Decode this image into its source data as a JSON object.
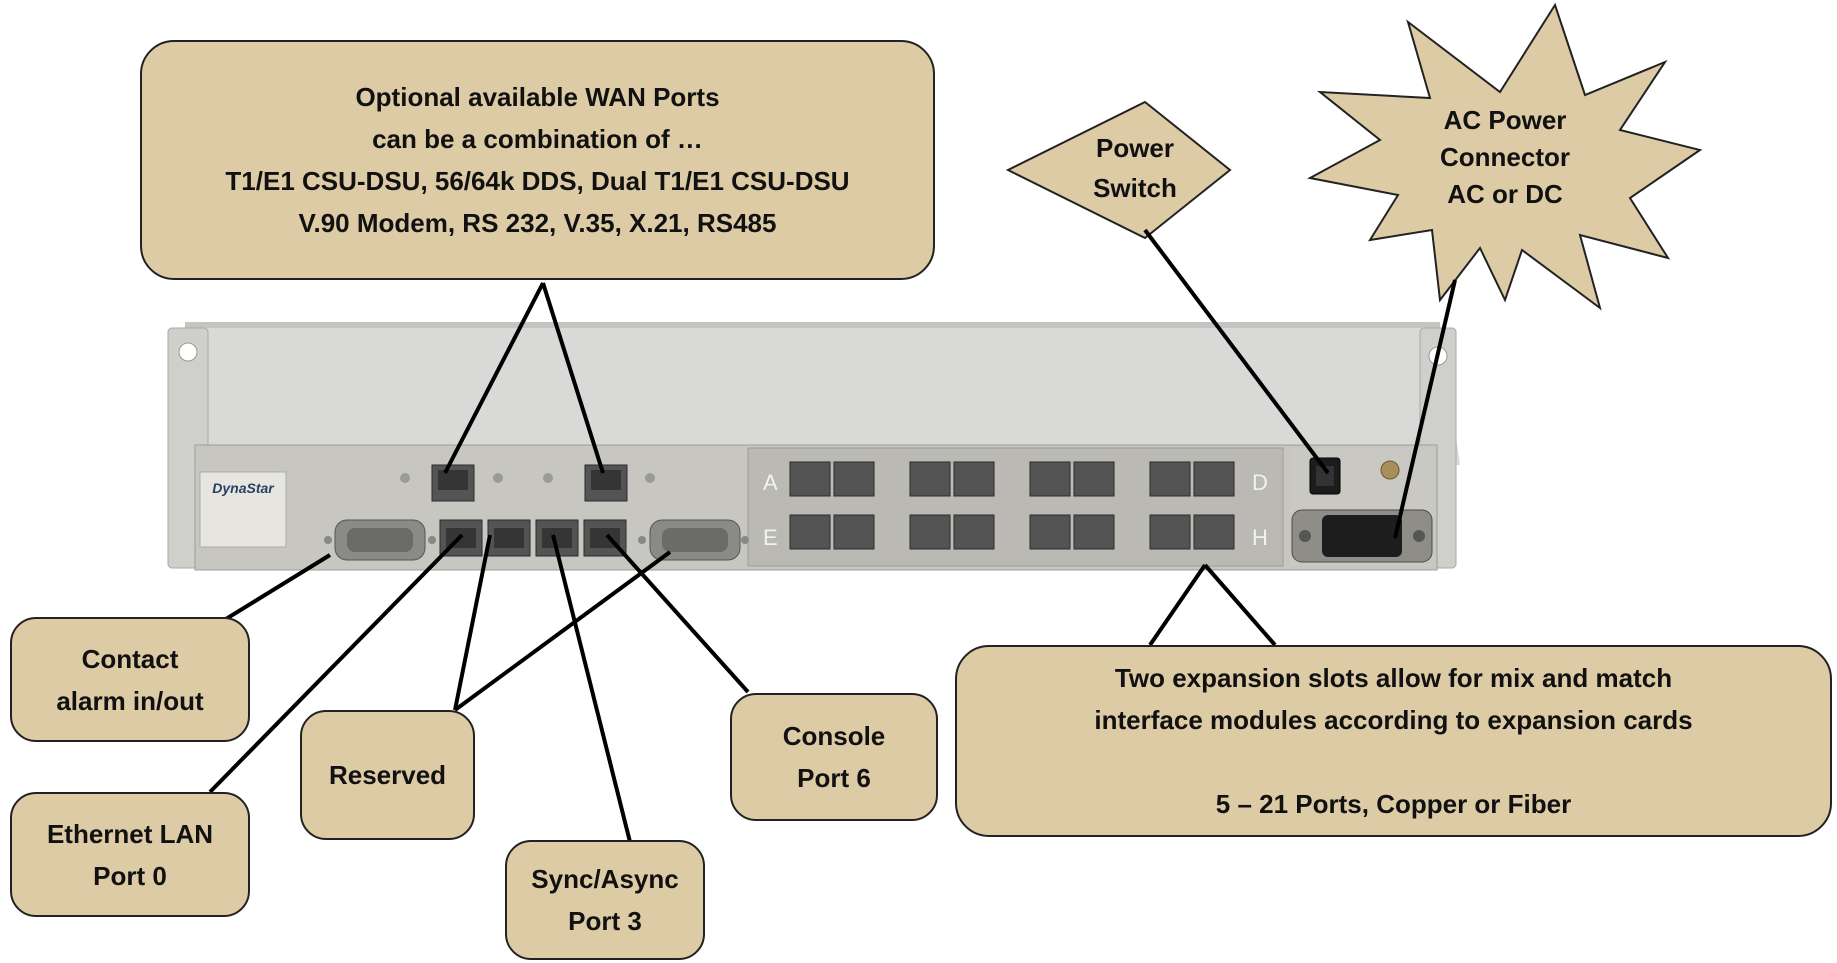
{
  "wan_callout": {
    "lines": [
      "Optional available WAN Ports",
      "can be a combination of …",
      "T1/E1 CSU-DSU, 56/64k DDS, Dual T1/E1 CSU-DSU",
      "V.90 Modem, RS 232, V.35, X.21, RS485"
    ]
  },
  "power_switch": {
    "lines": [
      "Power",
      "Switch"
    ]
  },
  "ac_power": {
    "lines": [
      "AC Power",
      "Connector",
      "AC or DC"
    ]
  },
  "contact_alarm": {
    "lines": [
      "Contact",
      "alarm in/out"
    ]
  },
  "reserved": {
    "lines": [
      "Reserved"
    ]
  },
  "ethernet_lan": {
    "lines": [
      "Ethernet LAN",
      "Port 0"
    ]
  },
  "sync_async": {
    "lines": [
      "Sync/Async",
      "Port 3"
    ]
  },
  "console": {
    "lines": [
      "Console",
      "Port 6"
    ]
  },
  "expansion": {
    "lines": [
      "Two expansion slots allow for mix and match",
      "interface modules according to expansion cards",
      "5 – 21 Ports, Copper or Fiber"
    ]
  },
  "device": {
    "brand": "DynaStar",
    "slot_letters": [
      "A",
      "E",
      "D",
      "H"
    ],
    "colors": {
      "chassis": "#d9d9d7",
      "panel": "#c7c6c0",
      "rj45": "#545454",
      "callout_fill": "#ddcba6"
    }
  }
}
